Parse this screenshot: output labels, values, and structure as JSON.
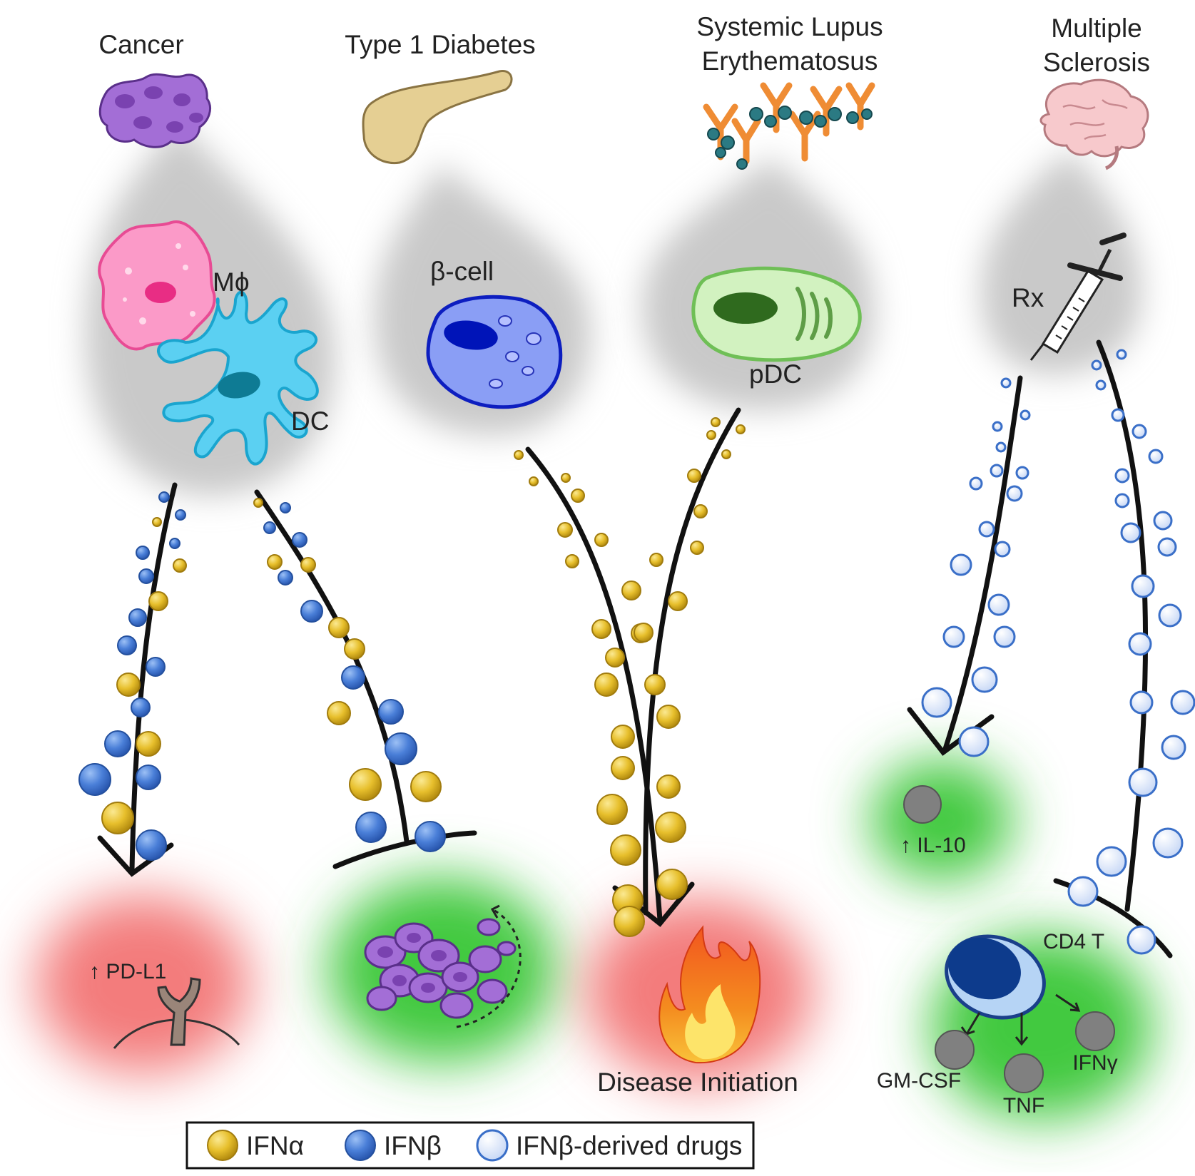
{
  "columns": {
    "cancer": {
      "title": [
        "Cancer"
      ],
      "cells": [
        "Mϕ",
        "DC"
      ],
      "outcome_left": "↑ PD-L1"
    },
    "t1d": {
      "title": [
        "Type 1 Diabetes"
      ],
      "cell": "β-cell"
    },
    "sle": {
      "title": [
        "Systemic Lupus",
        "Erythematosus"
      ],
      "cell": "pDC",
      "outcome": "Disease Initiation"
    },
    "ms": {
      "title": [
        "Multiple",
        "Sclerosis"
      ],
      "drug": "Rx",
      "outcome_left": "↑ IL-10",
      "tcell": "CD4 T",
      "cytokines": [
        "GM-CSF",
        "TNF",
        "IFNγ"
      ]
    }
  },
  "legend": [
    {
      "label": "IFNα",
      "kind": "ifna"
    },
    {
      "label": "IFNβ",
      "kind": "ifnb"
    },
    {
      "label": "IFNβ-derived drugs",
      "kind": "drug"
    }
  ],
  "colors": {
    "ifna": "#e7bf2c",
    "ifnb": "#4a7fd8",
    "drug": "#d9e5fb",
    "pos_glow": "#43c93f",
    "neg_glow": "#f37b7b",
    "drop": "#c9c9c9"
  }
}
